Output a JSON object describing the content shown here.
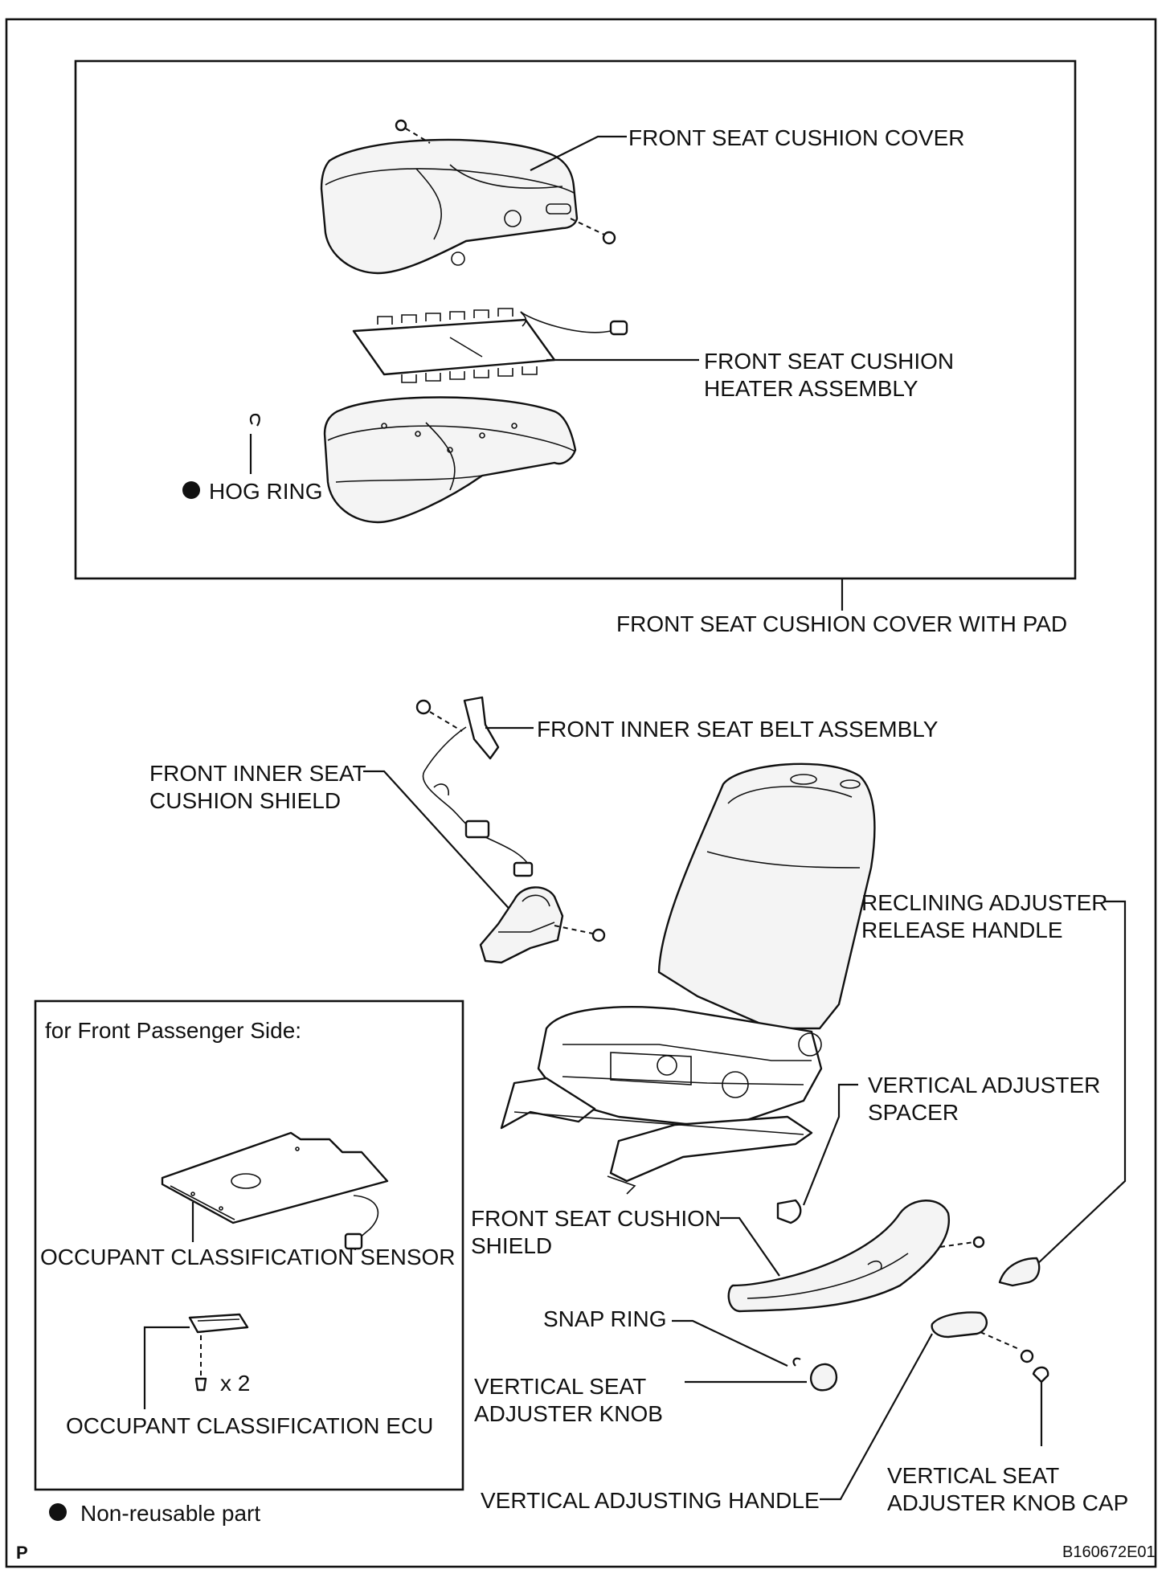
{
  "labels": {
    "front_seat_cushion_cover": "FRONT SEAT CUSHION COVER",
    "heater_line1": "FRONT SEAT CUSHION",
    "heater_line2": "HEATER ASSEMBLY",
    "hog_ring": "HOG RING",
    "cover_with_pad": "FRONT SEAT CUSHION COVER WITH PAD",
    "inner_belt": "FRONT INNER SEAT BELT ASSEMBLY",
    "inner_shield_line1": "FRONT INNER SEAT",
    "inner_shield_line2": "CUSHION SHIELD",
    "reclining_line1": "RECLINING ADJUSTER",
    "reclining_line2": "RELEASE HANDLE",
    "passenger_side": "for Front Passenger Side:",
    "vertical_spacer_line1": "VERTICAL ADJUSTER",
    "vertical_spacer_line2": "SPACER",
    "cushion_shield_line1": "FRONT SEAT CUSHION",
    "cushion_shield_line2": "SHIELD",
    "occupant_sensor": "OCCUPANT CLASSIFICATION SENSOR",
    "snap_ring": "SNAP RING",
    "knob_line1": "VERTICAL SEAT",
    "knob_line2": "ADJUSTER KNOB",
    "qty": "x 2",
    "occupant_ecu": "OCCUPANT CLASSIFICATION ECU",
    "knob_cap_line1": "VERTICAL SEAT",
    "knob_cap_line2": "ADJUSTER KNOB CAP",
    "adjusting_handle": "VERTICAL ADJUSTING HANDLE",
    "legend": "Non-reusable part",
    "page_mark": "P",
    "figure_code": "B160672E01"
  },
  "colors": {
    "line": "#111111",
    "part_fill": "#f4f4f4",
    "background": "#ffffff"
  }
}
